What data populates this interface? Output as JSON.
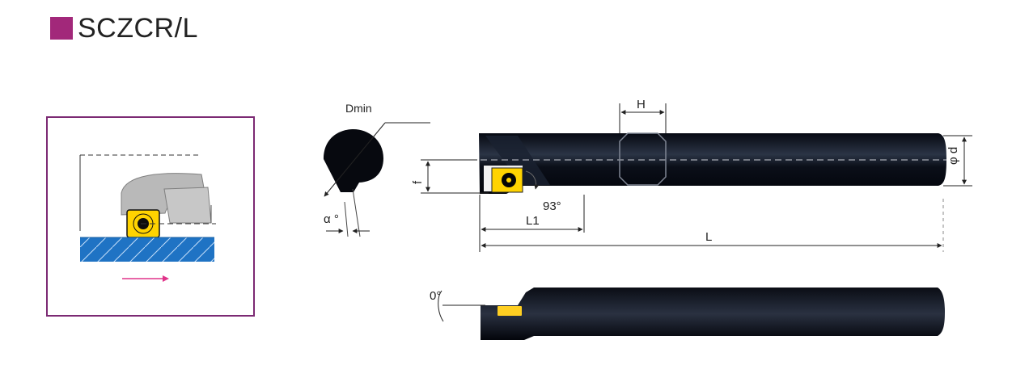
{
  "header": {
    "title": "SCZCR/L",
    "accent_color": "#a2287a"
  },
  "diagram": {
    "dmin_label": "Dmin",
    "alpha_label": "α °",
    "h_label": "H",
    "d_label": "φ d",
    "f_label": "f",
    "angle_label": "93°",
    "l1_label": "L1",
    "l_label": "L",
    "clearance_label": "0°"
  },
  "inset": {
    "workpiece_color": "#1f73c4",
    "arrow_color": "#e0338a",
    "border_color": "#7c2a73"
  }
}
